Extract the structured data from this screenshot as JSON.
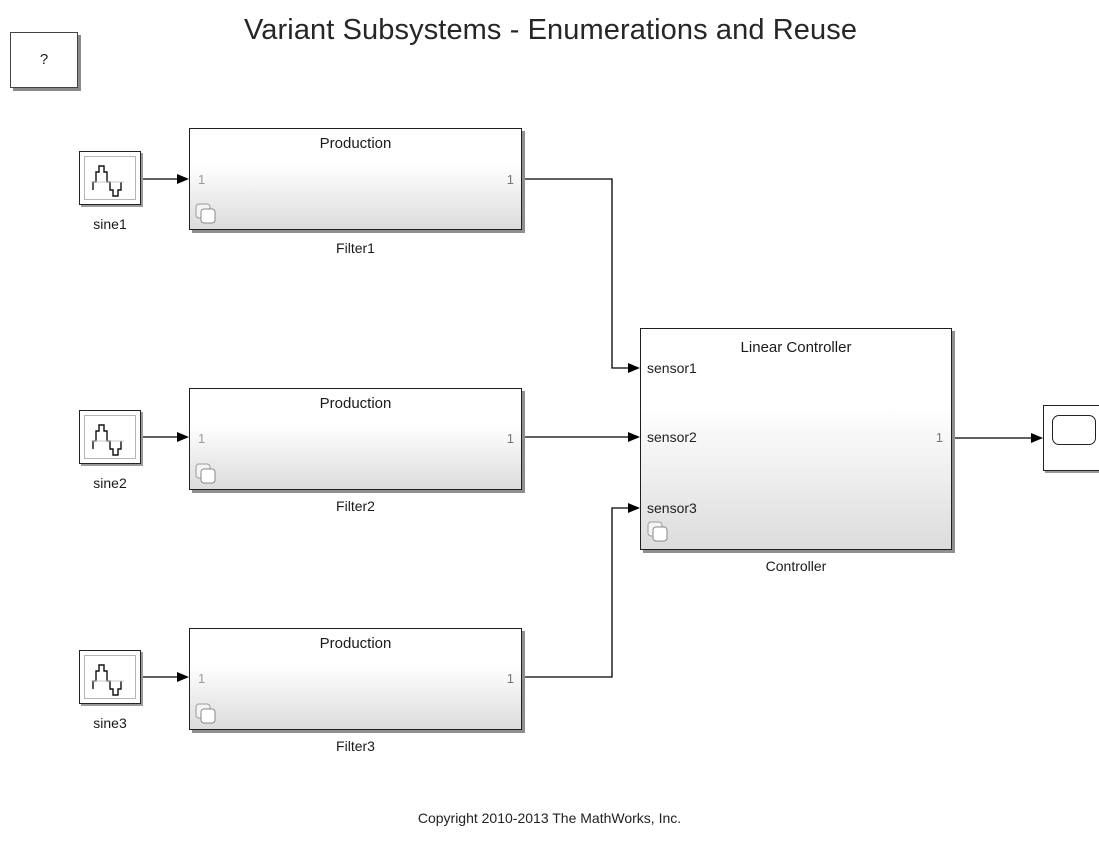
{
  "title": "Variant Subsystems - Enumerations and Reuse",
  "help_button": {
    "label": "?"
  },
  "sources": [
    {
      "label": "sine1"
    },
    {
      "label": "sine2"
    },
    {
      "label": "sine3"
    }
  ],
  "filters": [
    {
      "name": "Filter1",
      "variant": "Production",
      "in_port": "1",
      "out_port": "1"
    },
    {
      "name": "Filter2",
      "variant": "Production",
      "in_port": "1",
      "out_port": "1"
    },
    {
      "name": "Filter3",
      "variant": "Production",
      "in_port": "1",
      "out_port": "1"
    }
  ],
  "controller": {
    "name": "Controller",
    "variant": "Linear Controller",
    "inputs": [
      "sensor1",
      "sensor2",
      "sensor3"
    ],
    "out_port": "1"
  },
  "copyright": "Copyright 2010-2013 The MathWorks, Inc."
}
